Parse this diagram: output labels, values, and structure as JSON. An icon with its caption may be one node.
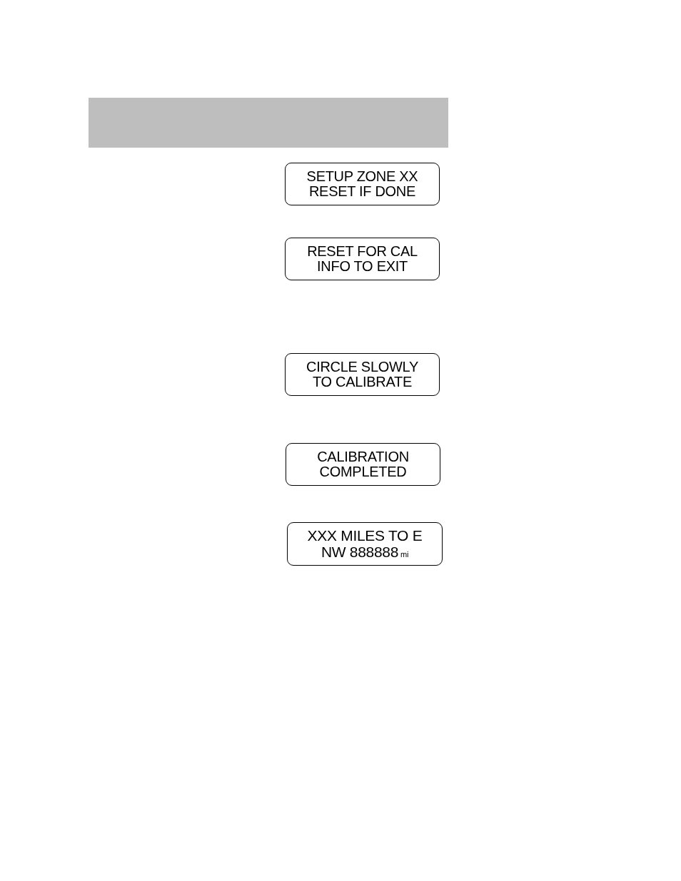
{
  "diagram": {
    "nodes": [
      {
        "text": [
          "SETUP ZONE XX",
          "RESET IF DONE"
        ]
      },
      {
        "text": [
          "RESET FOR CAL",
          "INFO TO EXIT"
        ]
      },
      {
        "text": [
          "CIRCLE SLOWLY",
          "TO CALIBRATE"
        ]
      },
      {
        "text": [
          "CALIBRATION",
          "COMPLETED"
        ]
      },
      {
        "text": [
          "XXX MILES TO E",
          "NW 888888",
          "mi"
        ]
      }
    ]
  }
}
